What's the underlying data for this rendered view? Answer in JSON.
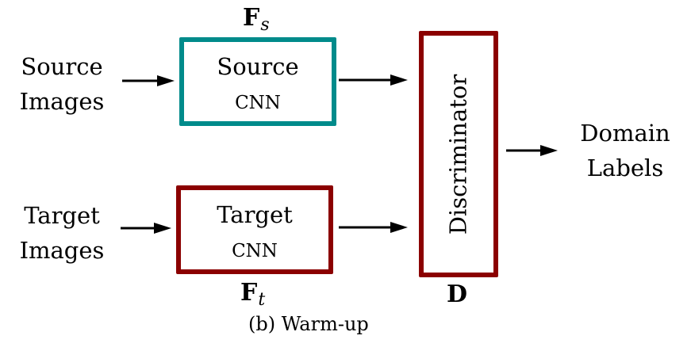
{
  "diagram": {
    "caption": "(b) Warm-up",
    "inputs": {
      "source": {
        "line1": "Source",
        "line2": "Images"
      },
      "target": {
        "line1": "Target",
        "line2": "Images"
      }
    },
    "source_cnn": {
      "title": "Source",
      "subtitle": "CNN",
      "symbol": "F",
      "symbol_sub": "s",
      "border_color": "#008b8b"
    },
    "target_cnn": {
      "title": "Target",
      "subtitle": "CNN",
      "symbol": "F",
      "symbol_sub": "t",
      "border_color": "#8b0000"
    },
    "discriminator": {
      "label": "Discriminator",
      "symbol": "D",
      "border_color": "#8b0000"
    },
    "output": {
      "line1": "Domain",
      "line2": "Labels"
    },
    "arrow_color": "#000000"
  }
}
